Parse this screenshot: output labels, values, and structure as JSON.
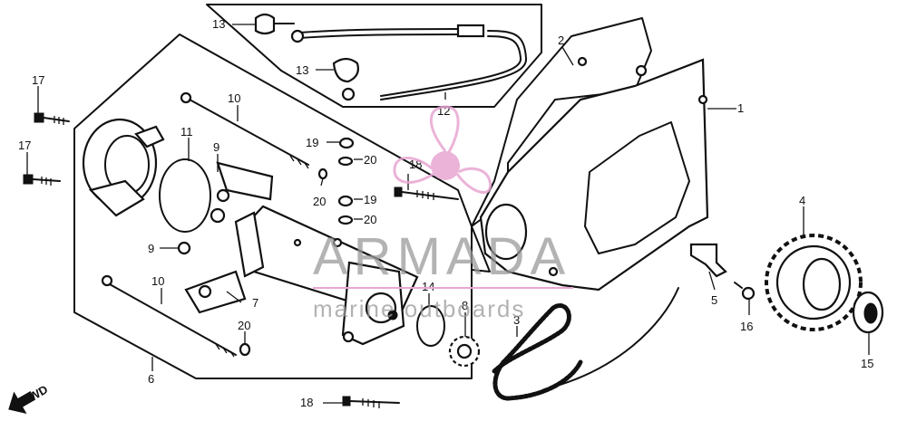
{
  "callouts": [
    {
      "id": "c13a",
      "text": "13"
    },
    {
      "id": "c13b",
      "text": "13"
    },
    {
      "id": "c12",
      "text": "12"
    },
    {
      "id": "c2",
      "text": "2"
    },
    {
      "id": "c1",
      "text": "1"
    },
    {
      "id": "c17a",
      "text": "17"
    },
    {
      "id": "c17b",
      "text": "17"
    },
    {
      "id": "c10a",
      "text": "10"
    },
    {
      "id": "c11",
      "text": "11"
    },
    {
      "id": "c9a",
      "text": "9"
    },
    {
      "id": "c19a",
      "text": "19"
    },
    {
      "id": "c20a",
      "text": "20"
    },
    {
      "id": "c18a",
      "text": "18"
    },
    {
      "id": "c20b",
      "text": "20"
    },
    {
      "id": "c19b",
      "text": "19"
    },
    {
      "id": "c20c",
      "text": "20"
    },
    {
      "id": "c9b",
      "text": "9"
    },
    {
      "id": "c10b",
      "text": "10"
    },
    {
      "id": "c7",
      "text": "7"
    },
    {
      "id": "c14",
      "text": "14"
    },
    {
      "id": "c8",
      "text": "8"
    },
    {
      "id": "c3",
      "text": "3"
    },
    {
      "id": "c20d",
      "text": "20"
    },
    {
      "id": "c6",
      "text": "6"
    },
    {
      "id": "c18b",
      "text": "18"
    },
    {
      "id": "c4",
      "text": "4"
    },
    {
      "id": "c5",
      "text": "5"
    },
    {
      "id": "c16",
      "text": "16"
    },
    {
      "id": "c15",
      "text": "15"
    }
  ],
  "fwd_label": "FWD",
  "watermark": {
    "title": "ARMADA",
    "subtitle": "marine outboards",
    "accent_color": "#e8a6d2",
    "gray_color": "#9a9a9a"
  }
}
